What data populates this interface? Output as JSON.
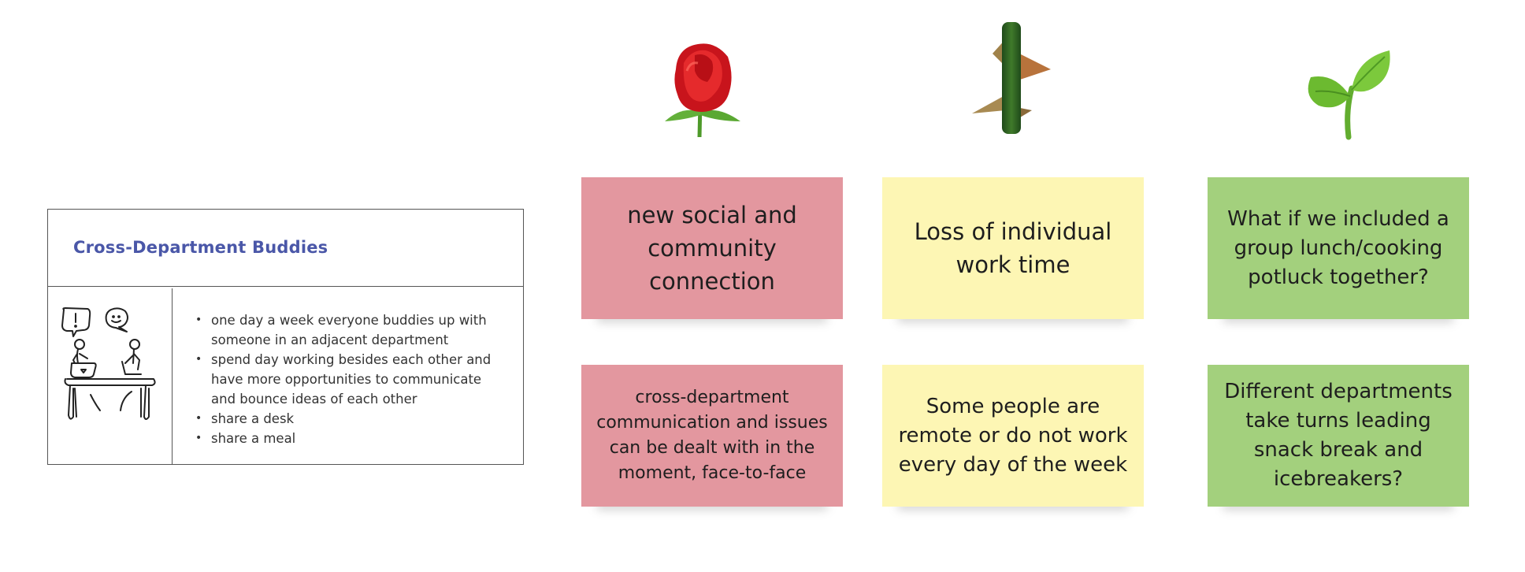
{
  "card": {
    "title": "Cross-Department Buddies",
    "illustration_icon": "people-at-desk-icon",
    "bullets": [
      "one day a week everyone buddies up with someone in an adjacent department",
      "spend day working besides each other and have more opportunities to communicate and bounce ideas of each other",
      "share a desk",
      "share a meal"
    ]
  },
  "columns": {
    "rose": {
      "icon": "rose-icon"
    },
    "thorn": {
      "icon": "thorn-icon"
    },
    "bud": {
      "icon": "sprout-icon"
    }
  },
  "stickies": {
    "rose_1": "new social and community connection",
    "rose_2": "cross-department communication and issues can be dealt with in the moment, face-to-face",
    "thorn_1": "Loss of individual work time",
    "thorn_2": "Some people are remote or do not work every day of the week",
    "bud_1": "What if we included a group lunch/cooking potluck together?",
    "bud_2": "Different departments take turns leading snack break and icebreakers?"
  },
  "colors": {
    "card_title": "#4a57a8",
    "rose_sticky": "#e3979f",
    "thorn_sticky": "#fdf6b4",
    "bud_sticky": "#a3d07d"
  }
}
